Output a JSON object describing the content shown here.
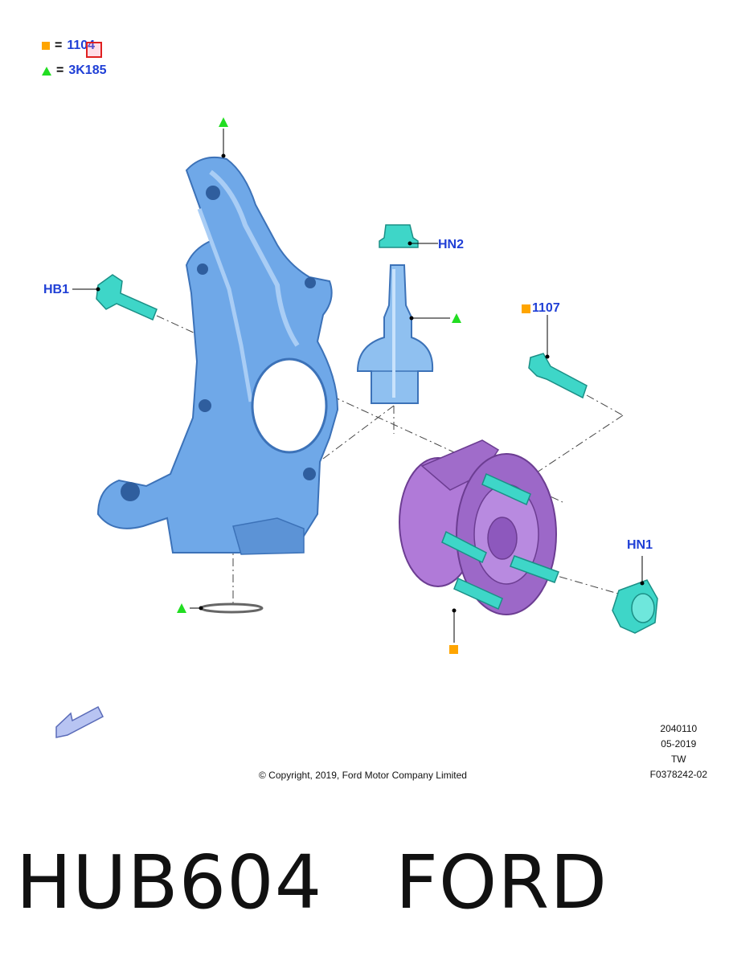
{
  "legend": {
    "items": [
      {
        "marker": "square",
        "eq": "=",
        "code": "1104"
      },
      {
        "marker": "triangle",
        "eq": "=",
        "code": "3K185"
      }
    ]
  },
  "callouts": {
    "hn2": "HN2",
    "hb1": "HB1",
    "p1107": "1107",
    "hn1": "HN1"
  },
  "meta": {
    "lines": [
      "2040110",
      "05-2019",
      "TW",
      "F0378242-02"
    ]
  },
  "copyright": "© Copyright, 2019, Ford Motor Company Limited",
  "caption": {
    "part": "HUB604",
    "brand": "FORD"
  },
  "colors": {
    "legend_square": "#ffa500",
    "legend_triangle": "#22dd22",
    "callout_text": "#1f3fd6",
    "knuckle": "#6fa8e8",
    "hub": "#b07ad8",
    "fastener": "#3ed6c8"
  },
  "icons": [
    "square-marker-icon",
    "triangle-marker-icon",
    "orientation-arrow-icon"
  ]
}
